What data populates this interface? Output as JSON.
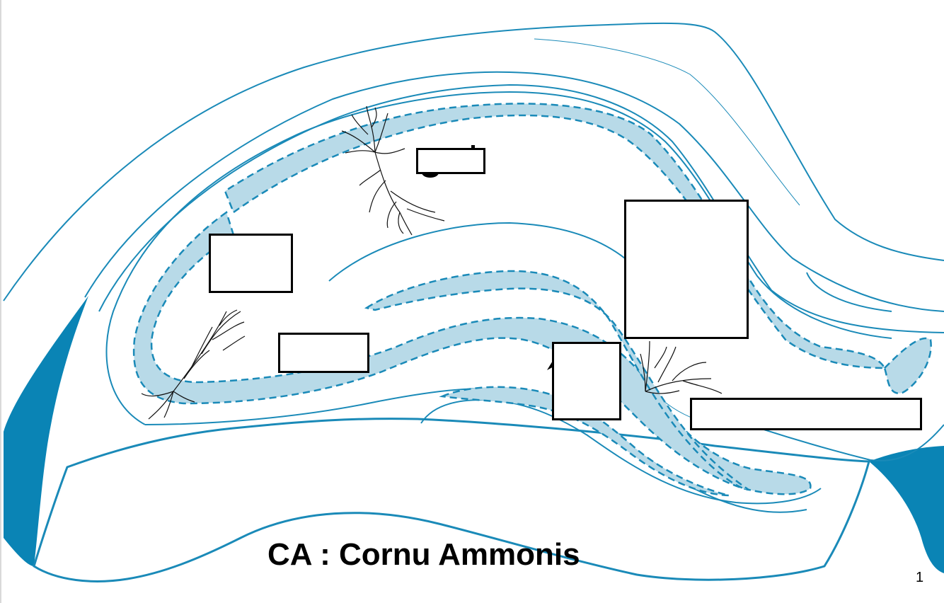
{
  "slide": {
    "caption": "CA : Cornu Ammonis",
    "slide_number": "1"
  },
  "colors": {
    "outline": "#1a8ab8",
    "solid_region": "#0a84b5",
    "cell_layer_fill": "#b8dae8",
    "label_box_border": "#000000"
  },
  "diagram": {
    "subject": "hippocampus-cross-section",
    "neurons": [
      "pyramidal-neuron",
      "pyramidal-neuron",
      "granule-neuron"
    ],
    "blank_label_boxes": 6
  }
}
